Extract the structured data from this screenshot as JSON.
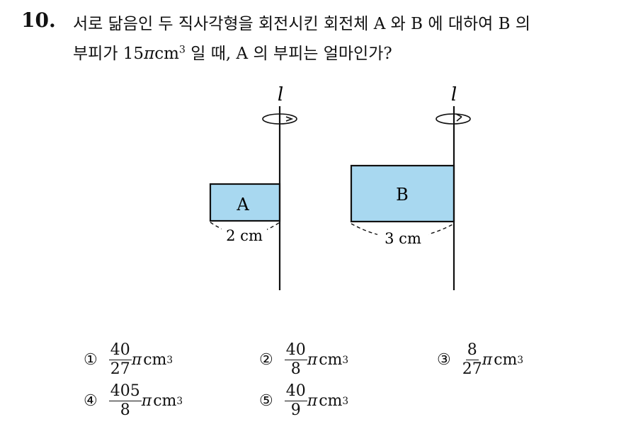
{
  "question": {
    "number": "10.",
    "line1": "서로 닮음인 두 직사각형을 회전시킨 회전체 A 와 B 에 대하여 B 의",
    "line2_prefix": "부피가 15",
    "line2_pi": "π",
    "line2_unit": "cm",
    "line2_exp": "3",
    "line2_suffix": " 일 때, A 의 부피는 얼마인가?"
  },
  "diagram": {
    "axis_label": "l",
    "rect_a_label": "A",
    "rect_b_label": "B",
    "dim_a": "2 cm",
    "dim_b": "3 cm",
    "fill_color": "#a8d8f0",
    "stroke_color": "#111111"
  },
  "choices": [
    {
      "mark": "①",
      "num": "40",
      "den": "27",
      "pi": "π",
      "unit": "cm",
      "exp": "3"
    },
    {
      "mark": "②",
      "num": "40",
      "den": "8",
      "pi": "π",
      "unit": "cm",
      "exp": "3"
    },
    {
      "mark": "③",
      "num": "8",
      "den": "27",
      "pi": "π",
      "unit": "cm",
      "exp": "3"
    },
    {
      "mark": "④",
      "num": "405",
      "den": "8",
      "pi": "π",
      "unit": "cm",
      "exp": "3"
    },
    {
      "mark": "⑤",
      "num": "40",
      "den": "9",
      "pi": "π",
      "unit": "cm",
      "exp": "3"
    }
  ]
}
